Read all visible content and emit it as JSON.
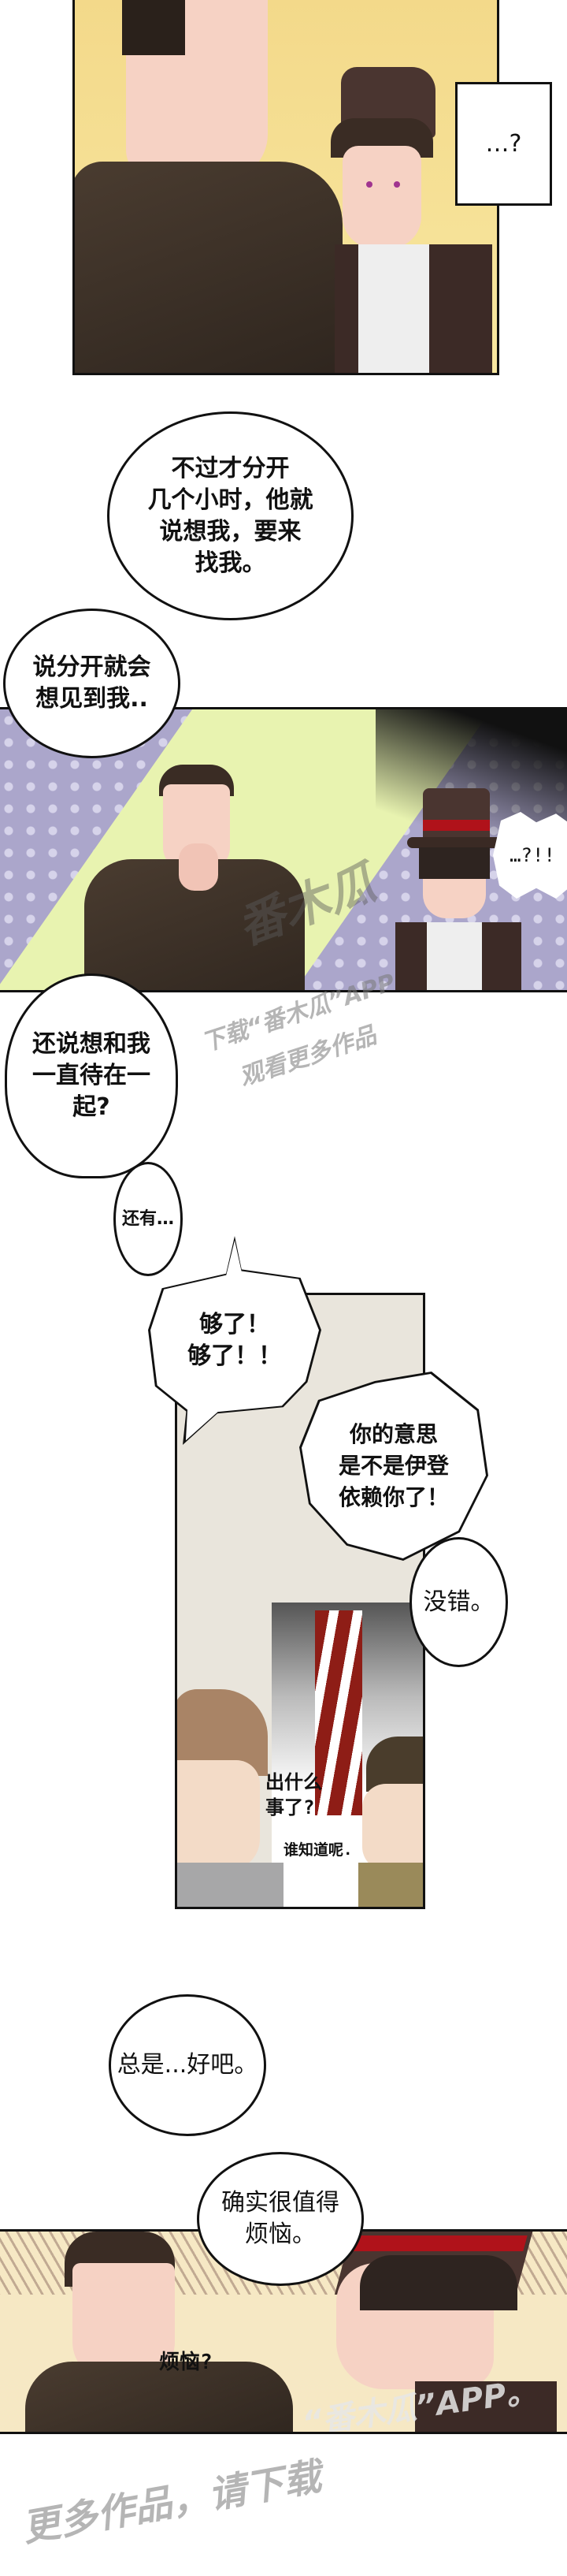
{
  "panel1": {
    "caption": "…?",
    "colors": {
      "background": "#f6dd8a",
      "shirt": "#3d3128",
      "skin": "#f6d2c4"
    }
  },
  "bubbles_a": {
    "line1": "不过才分开\n几个小时，他就\n说想我，要来\n找我。",
    "line2": "说分开就会\n想见到我.."
  },
  "panel2": {
    "exclaim": "…?!!",
    "watermark_logo": "番木瓜",
    "colors": {
      "left_bg": "#a9a5c9",
      "spot": "#e8f3b0",
      "hat_band": "#b0121a"
    }
  },
  "watermark_mid": {
    "line1": "下载“番木瓜”APP",
    "line2": "观看更多作品"
  },
  "bubbles_b": {
    "line1": "还说想和我\n一直待在一\n起?",
    "line2": "还有…"
  },
  "panel3": {
    "shout": "够了！\n够了！！",
    "question": "你的意思\n是不是伊登\n依赖你了！",
    "answer": "没错。",
    "whisper1": "出什么\n事了?",
    "whisper2": "谁知道呢."
  },
  "bubbles_c": {
    "line1": "总是...好吧。",
    "line2": "确实很值得\n烦恼。"
  },
  "panel4": {
    "mutter": "烦恼?",
    "watermark": "“番木瓜”APP。",
    "colors": {
      "background": "#f6e8c4",
      "hatch": "#b49a86"
    }
  },
  "footer_watermark": "更多作品，请下载"
}
